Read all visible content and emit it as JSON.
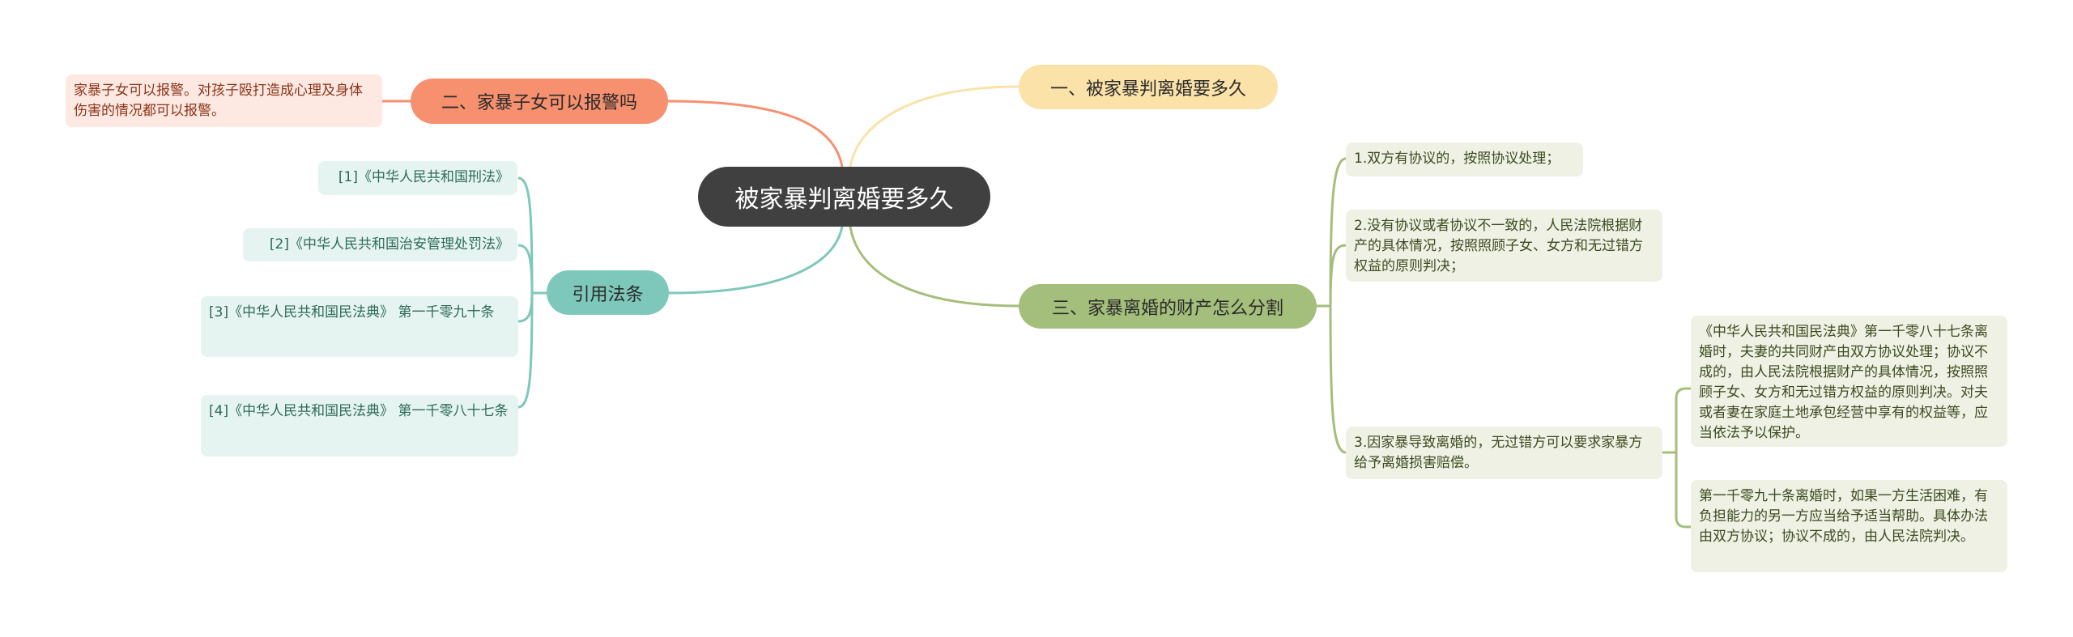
{
  "root": {
    "label": "被家暴判离婚要多久",
    "color": "#404040"
  },
  "branches": [
    {
      "id": "b1",
      "label": "一、被家暴判离婚要多久",
      "color": "#FBE2A8",
      "children": []
    },
    {
      "id": "b2",
      "label": "二、家暴子女可以报警吗",
      "color": "#F7906F",
      "children": [
        {
          "text": "家暴子女可以报警。对孩子殴打造成心理及身体伤害的情况都可以报警。"
        }
      ]
    },
    {
      "id": "b3",
      "label": "三、家暴离婚的财产怎么分割",
      "color": "#A4BE7B",
      "children": [
        {
          "text": "1.双方有协议的，按照协议处理；"
        },
        {
          "text": "2.没有协议或者协议不一致的，人民法院根据财产的具体情况，按照照顾子女、女方和无过错方权益的原则判决；"
        },
        {
          "text": "3.因家暴导致离婚的，无过错方可以要求家暴方给予离婚损害赔偿。",
          "children": [
            {
              "text": "《中华人民共和国民法典》第一千零八十七条离婚时，夫妻的共同财产由双方协议处理；协议不成的，由人民法院根据财产的具体情况，按照照顾子女、女方和无过错方权益的原则判决。对夫或者妻在家庭土地承包经营中享有的权益等，应当依法予以保护。"
            },
            {
              "text": "第一千零九十条离婚时，如果一方生活困难，有负担能力的另一方应当给予适当帮助。具体办法由双方协议；协议不成的，由人民法院判决。"
            }
          ]
        }
      ]
    },
    {
      "id": "b4",
      "label": "引用法条",
      "color": "#7DC8BA",
      "children": [
        {
          "text": "[1]《中华人民共和国刑法》"
        },
        {
          "text": "[2]《中华人民共和国治安管理处罚法》"
        },
        {
          "text": "[3]《中华人民共和国民法典》 第一千零九十条"
        },
        {
          "text": "[4]《中华人民共和国民法典》 第一千零八十七条"
        }
      ]
    }
  ]
}
